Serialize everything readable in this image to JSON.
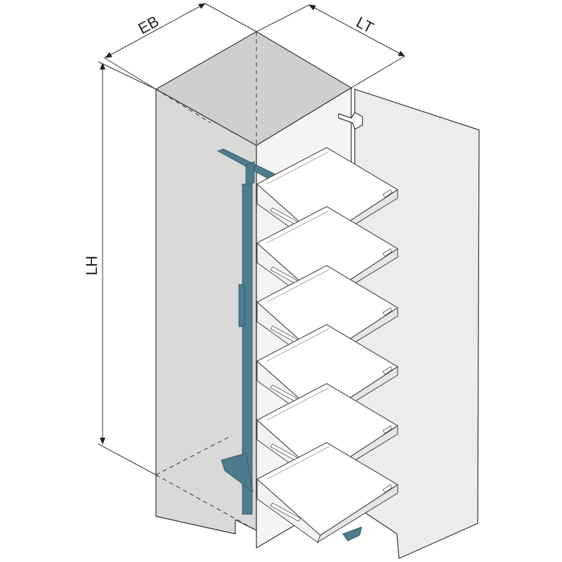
{
  "dimensions": {
    "width_label": "EB",
    "depth_label": "LT",
    "height_label": "LH"
  },
  "shelf_count": 6,
  "colors": {
    "cabinet": "#d9d9d9",
    "cabinet_top": "#cfcfcf",
    "door": "#ececec",
    "shelf": "#ffffff",
    "frame": "#4d7c8c",
    "line": "#333333"
  }
}
